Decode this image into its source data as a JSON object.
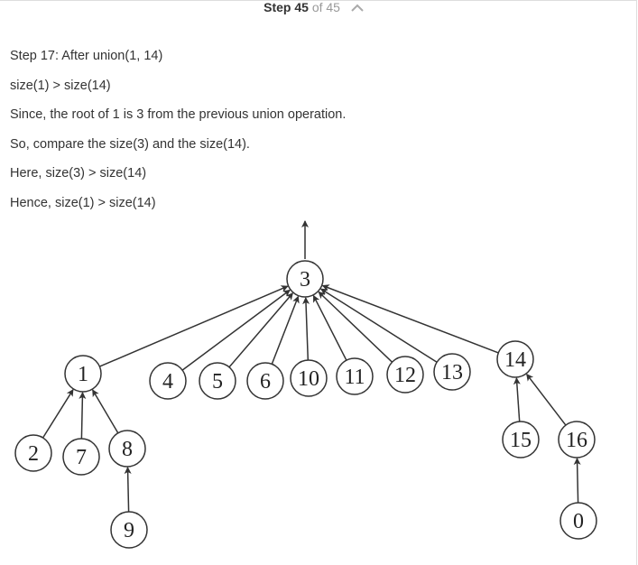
{
  "header": {
    "step_label": "Step 45",
    "of_label": "of 45",
    "collapse_icon": "chevron-up-icon"
  },
  "explanation": {
    "lines": [
      "Step 17: After union(1, 14)",
      "size(1) > size(14)",
      "Since, the root of 1 is 3 from the previous union operation.",
      "So, compare the size(3) and the size(14).",
      "Here, size(3) > size(14)",
      "Hence, size(1) > size(14)"
    ]
  },
  "tree": {
    "root": "3",
    "nodes": [
      "3",
      "1",
      "4",
      "5",
      "6",
      "10",
      "11",
      "12",
      "13",
      "14",
      "2",
      "7",
      "8",
      "9",
      "15",
      "16",
      "0"
    ],
    "edges": [
      {
        "child": "1",
        "parent": "3"
      },
      {
        "child": "4",
        "parent": "3"
      },
      {
        "child": "5",
        "parent": "3"
      },
      {
        "child": "6",
        "parent": "3"
      },
      {
        "child": "10",
        "parent": "3"
      },
      {
        "child": "11",
        "parent": "3"
      },
      {
        "child": "12",
        "parent": "3"
      },
      {
        "child": "13",
        "parent": "3"
      },
      {
        "child": "14",
        "parent": "3"
      },
      {
        "child": "2",
        "parent": "1"
      },
      {
        "child": "7",
        "parent": "1"
      },
      {
        "child": "8",
        "parent": "1"
      },
      {
        "child": "9",
        "parent": "8"
      },
      {
        "child": "15",
        "parent": "14"
      },
      {
        "child": "16",
        "parent": "14"
      },
      {
        "child": "0",
        "parent": "16"
      }
    ],
    "colors": {
      "stroke": "#333333",
      "fill": "#ffffff",
      "text": "#222222"
    }
  }
}
